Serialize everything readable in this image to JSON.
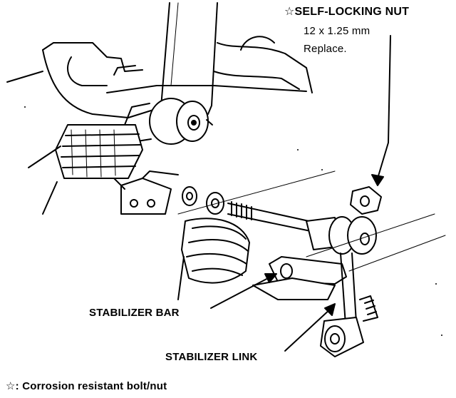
{
  "callouts": {
    "self_locking_nut": {
      "title": "☆SELF-LOCKING NUT",
      "spec": "12 x 1.25 mm",
      "action": "Replace."
    },
    "stabilizer_bar": "STABILIZER BAR",
    "stabilizer_link": "STABILIZER LINK"
  },
  "footnote": "☆: Corrosion resistant bolt/nut",
  "colors": {
    "ink": "#000000",
    "paper": "#ffffff"
  }
}
